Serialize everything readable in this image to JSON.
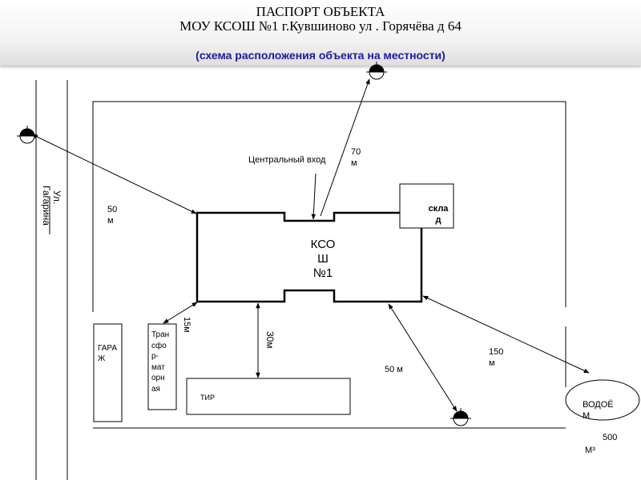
{
  "header": {
    "title_line1": "ПАСПОРТ ОБЪЕКТА",
    "title_line2": "МОУ КСОШ №1 г.Кувшиново ул . Горячёва д 64",
    "subtitle": "(схема расположения объекта на местности)"
  },
  "labels": {
    "street_line1": "Ул.",
    "street_line2": "Гагарина",
    "entrance": "Центральный вход",
    "dist_70": "70",
    "dist_70_unit": "м",
    "dist_50_left": "50",
    "dist_50_left_unit": "м",
    "warehouse_l1": "скла",
    "warehouse_l2": "д",
    "school_l1": "КСО",
    "school_l2": "Ш",
    "school_l3": "№1",
    "dist_15m": "15м",
    "dist_30m": "30м",
    "garage_l1": "ГАРА",
    "garage_l2": "Ж",
    "transformer": [
      "Тран",
      "сфо",
      "р-",
      "мат",
      "орн",
      "ая"
    ],
    "shooting_range": "ТИР",
    "dist_50_bottom": "50 м",
    "dist_150": "150",
    "dist_150_unit": "м",
    "reservoir_l1": "ВОДОЁ",
    "reservoir_l2": "М",
    "volume": "500",
    "volume_unit": "М³"
  },
  "icons": [
    "camera-icon",
    "camera-icon",
    "camera-icon",
    "camera-icon"
  ]
}
